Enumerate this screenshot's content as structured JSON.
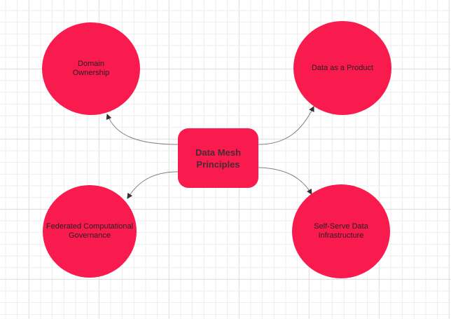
{
  "diagram": {
    "center": {
      "label": "Data Mesh\nPrinciples"
    },
    "nodes": [
      {
        "id": "domain-ownership",
        "label": "Domain\nOwnership"
      },
      {
        "id": "data-as-a-product",
        "label": "Data as a Product"
      },
      {
        "id": "federated-governance",
        "label": "Federated Computational\nGovernance"
      },
      {
        "id": "self-serve-infrastructure",
        "label": "Self-Serve Data\nInfrastructure"
      }
    ],
    "colors": {
      "node_fill": "#F91A4E",
      "edge": "#808080",
      "grid_minor": "#eeeeee",
      "grid_major": "#dcdcdc"
    }
  }
}
